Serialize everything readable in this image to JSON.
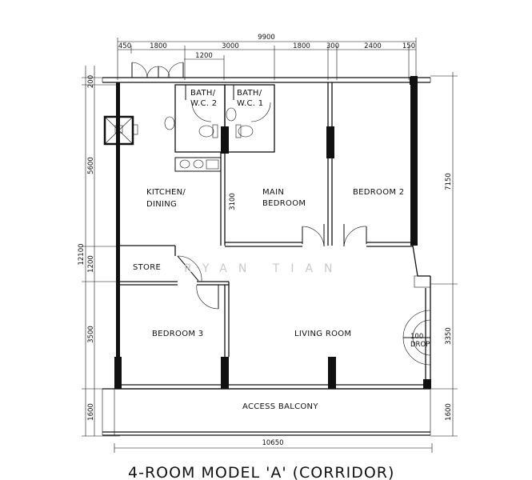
{
  "dimensions": {
    "top_total": "9900",
    "top_segments": [
      "450",
      "1800",
      "3000",
      "1800",
      "300",
      "2400",
      "150"
    ],
    "top_sub": "1200",
    "left_total": "12100",
    "left_segments": [
      "200",
      "5600",
      "1200",
      "3500",
      "1600"
    ],
    "right_segments": [
      "7150",
      "3350",
      "1600"
    ],
    "inner_3100": "3100",
    "bottom_total": "10650"
  },
  "rooms": {
    "bath_wc2_line1": "BATH/",
    "bath_wc2_line2": "W.C. 2",
    "bath_wc1_line1": "BATH/",
    "bath_wc1_line2": "W.C. 1",
    "kitchen_line1": "KITCHEN/",
    "kitchen_line2": "DINING",
    "main_bed_line1": "MAIN",
    "main_bed_line2": "BEDROOM",
    "bedroom2": "BEDROOM  2",
    "store": "STORE",
    "bedroom3": "BEDROOM  3",
    "living": "LIVING  ROOM",
    "drop_line1": "100",
    "drop_line2": "DROP",
    "balcony": "ACCESS  BALCONY"
  },
  "watermark": "RYAN TIAN",
  "title": "4-ROOM MODEL 'A' (CORRIDOR)"
}
